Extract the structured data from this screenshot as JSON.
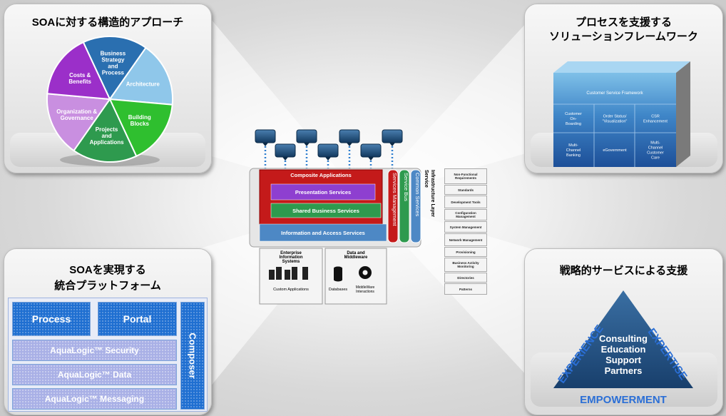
{
  "top_left": {
    "title": "SOAに対する構造的アプローチ",
    "pie_slices": [
      "Business Strategy and Process",
      "Architecture",
      "Building Blocks",
      "Projects and Applications",
      "Organization & Governance",
      "Costs & Benefits"
    ],
    "colors": [
      "#2a6fb0",
      "#8fc7ea",
      "#2fbf2f",
      "#2e9a4e",
      "#c98fe0",
      "#9b2fc9"
    ]
  },
  "top_right": {
    "title_line1": "プロセスを支援する",
    "title_line2": "ソリューションフレームワーク",
    "cube_top": "Customer Service Framework",
    "cube_row1": [
      "Customer On-Boarding",
      "Order Status/ Visualization",
      "CSR Enhancement"
    ],
    "cube_row2": [
      "Multi-Channel Banking",
      "eGovernment",
      "Multi-Channel Customer Care"
    ]
  },
  "bottom_left": {
    "title_line1": "SOAを実現する",
    "title_line2": "統合プラットフォーム",
    "process": "Process",
    "portal": "Portal",
    "security": "AquaLogic™ Security",
    "data": "AquaLogic™ Data",
    "messaging": "AquaLogic™ Messaging",
    "composer": "Composer"
  },
  "bottom_right": {
    "title": "戦略的サービスによる支援",
    "left_side": "EXPERIENCE",
    "right_side": "EXPERTISE",
    "bottom": "EMPOWERMENT",
    "center": [
      "Consulting",
      "Education",
      "Support",
      "Partners"
    ]
  },
  "center": {
    "composite": "Composite Applications",
    "presentation": "Presentation Services",
    "shared": "Shared Business Services",
    "information": "Information and Access Services",
    "services_mgmt": "Services Management",
    "service_bus": "Service Bus",
    "common_services": "Common Services",
    "infra_line1": "Service",
    "infra_line2": "Infrastructure Layer",
    "eis_title": "Enterprise Information Systems",
    "eis_caption": "Custom Applications",
    "dm_title": "Data and Middleware",
    "db_caption": "Databases",
    "mw_caption": "MiddleWare Interactions",
    "side_items": [
      "Non-Functional Requirements",
      "Standards",
      "Development Tools",
      "Configuration Management",
      "System Management",
      "Network Management",
      "Provisioning",
      "Business Activity Monitoring",
      "Directories",
      "Patterns"
    ]
  }
}
